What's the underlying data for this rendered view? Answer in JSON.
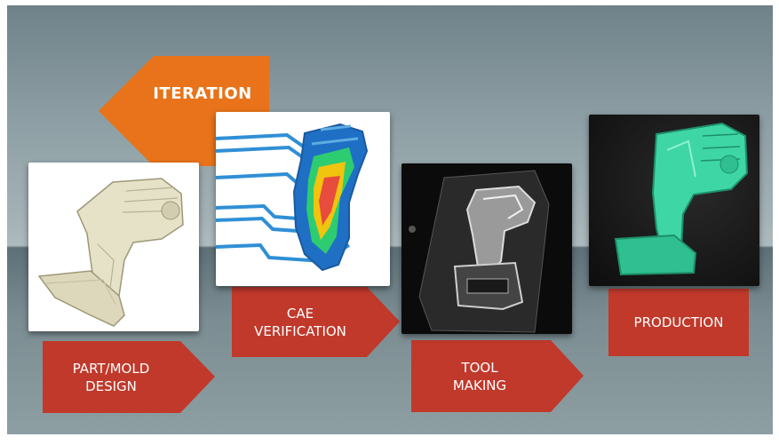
{
  "iteration": {
    "label": "ITERATION",
    "color": "#e8731a"
  },
  "steps": [
    {
      "label_line1": "PART/MOLD",
      "label_line2": "DESIGN",
      "icon": "drill-housing-cad-icon"
    },
    {
      "label_line1": "CAE",
      "label_line2": "VERIFICATION",
      "icon": "cae-simulation-icon"
    },
    {
      "label_line1": "TOOL",
      "label_line2": "MAKING",
      "icon": "mold-tool-icon"
    },
    {
      "label_line1": "PRODUCTION",
      "label_line2": "",
      "icon": "molded-part-icon"
    }
  ],
  "colors": {
    "label": "#c0392b",
    "iteration": "#e8731a",
    "background": "#8e9fa3"
  }
}
